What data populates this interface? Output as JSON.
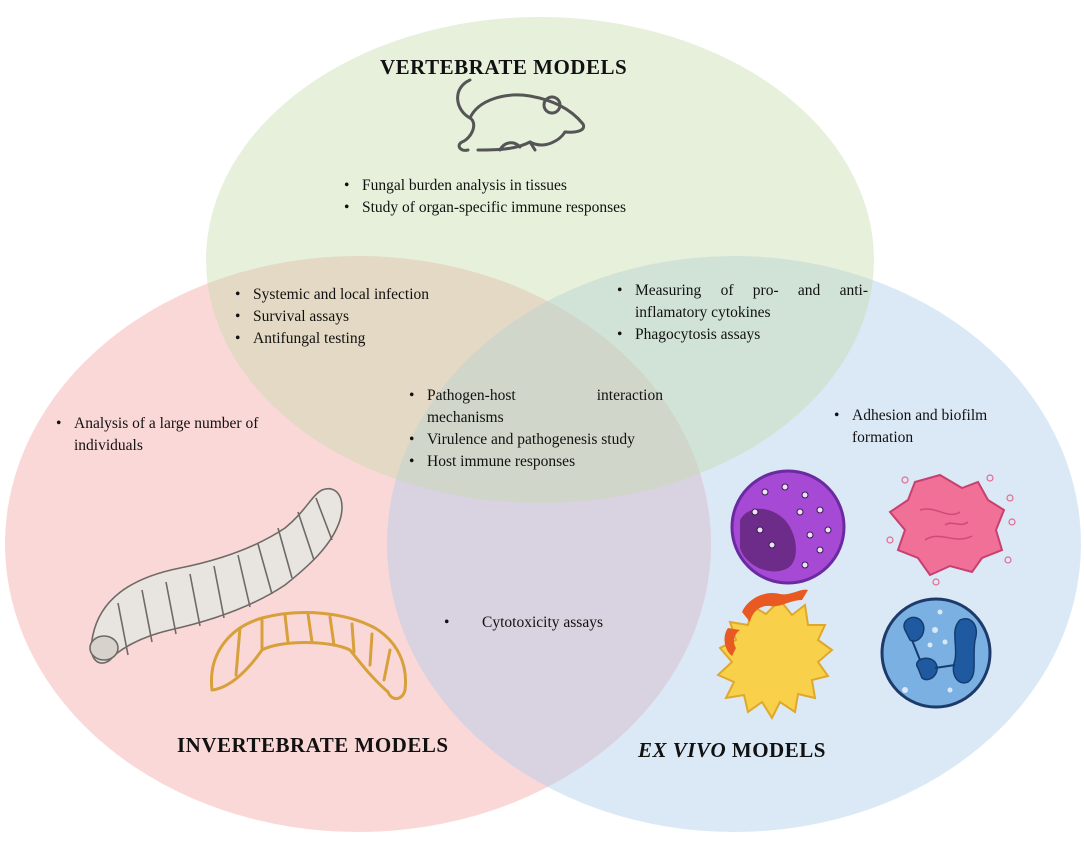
{
  "sets": {
    "vertebrate": {
      "title": "VERTEBRATE MODELS",
      "icon": "mouse-outline-icon",
      "color": "#dcebd3",
      "items": [
        "Fungal burden analysis in tissues",
        "Study of organ-specific immune responses"
      ]
    },
    "invertebrate": {
      "title": "INVERTEBRATE MODELS",
      "icons": [
        "mealworm-larva-sketch",
        "wax-moth-larva-outline"
      ],
      "color": "#f8c9c9",
      "items": [
        "Analysis of a large number of individuals"
      ]
    },
    "exvivo": {
      "title_italic": "EX VIVO",
      "title_rest": " MODELS",
      "icons": [
        "granulocyte-cell-icon",
        "platelet-cell-icon",
        "dendritic-cell-icon",
        "neutrophil-cell-icon"
      ],
      "color": "#d7e6f4",
      "items": [
        "Adhesion and biofilm formation"
      ]
    }
  },
  "overlaps": {
    "vertebrate_invertebrate": [
      "Systemic and local infection",
      "Survival assays",
      "Antifungal testing"
    ],
    "vertebrate_exvivo": [
      "Measuring of pro- and anti-inflamatory cytokines",
      "Phagocytosis assays"
    ],
    "invertebrate_exvivo": [
      "Cytotoxicity assays"
    ],
    "all": [
      "Pathogen-host interaction mechanisms",
      "Virulence and pathogenesis study",
      "Host immune responses"
    ]
  }
}
